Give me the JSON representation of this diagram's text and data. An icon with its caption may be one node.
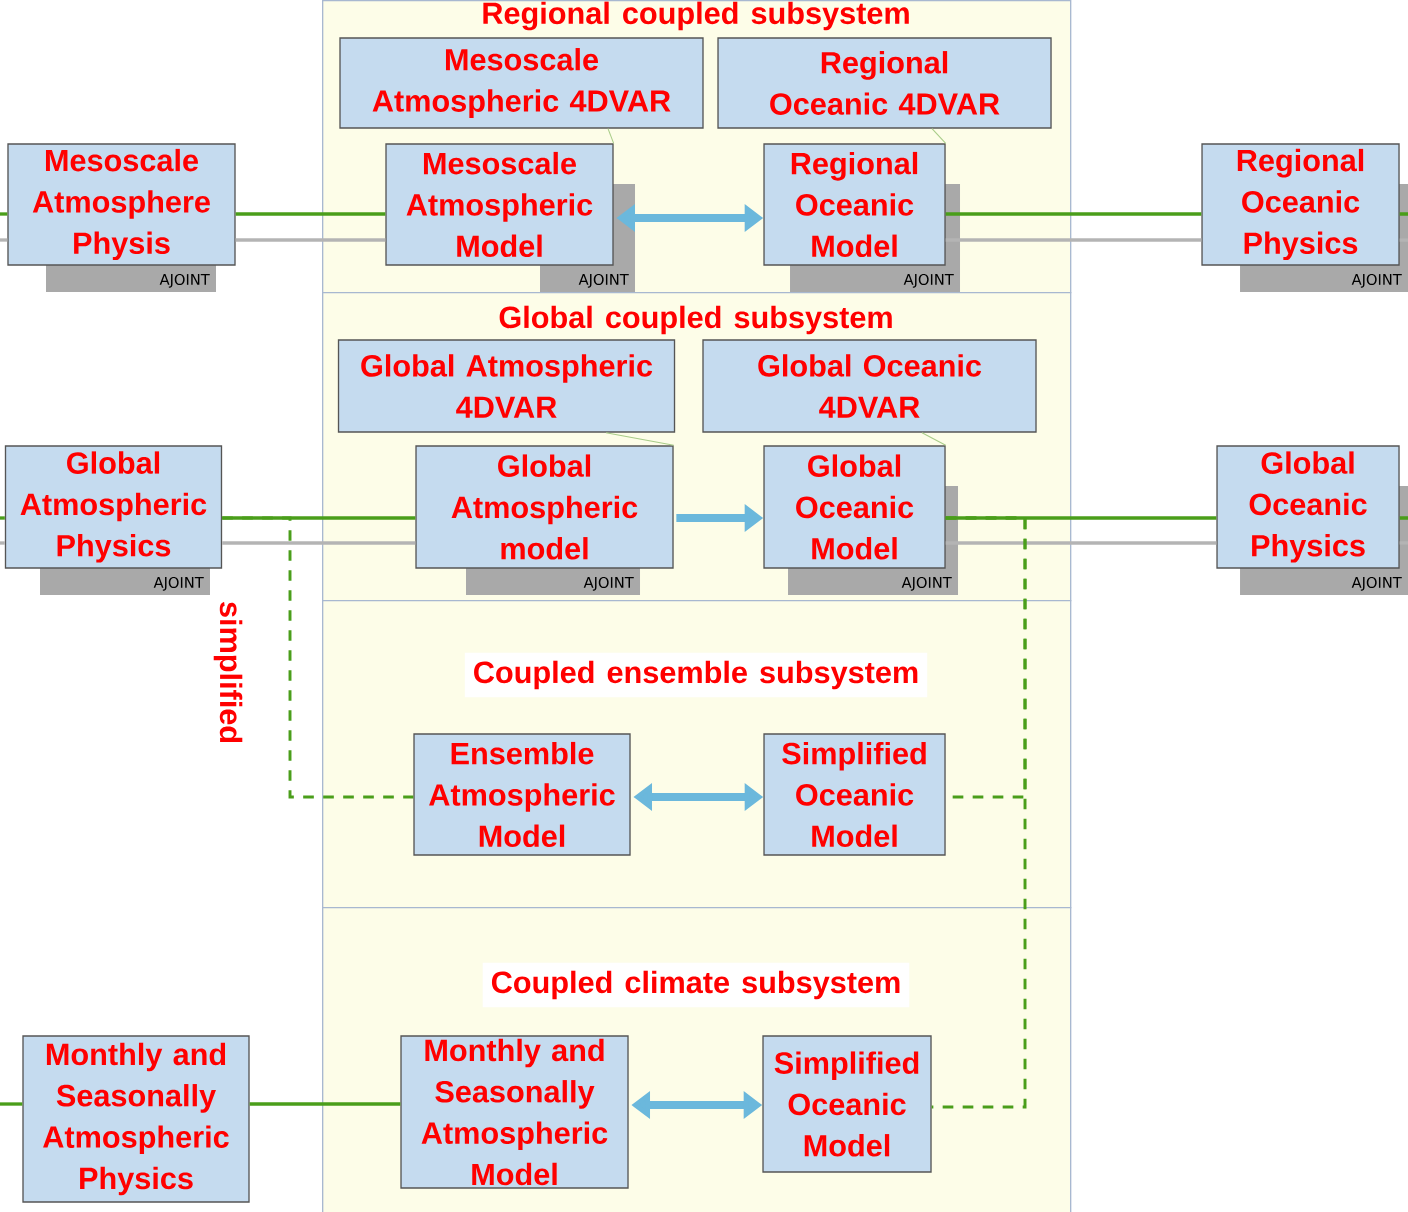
{
  "diagram": {
    "nodes": [
      {
        "text": [
          "Regional coupled subsystem"
        ]
      },
      {
        "text": [
          "Mesoscale Atmospheric 4DVAR"
        ],
        "in": 0
      },
      {
        "text": [
          "Regional Oceanic 4DVAR"
        ],
        "in": 0
      },
      {
        "text": [
          "Mesoscale Atmospheric Model"
        ],
        "in": 0,
        "beside": [
          "AJOINT"
        ]
      },
      {
        "text": [
          "Regional Oceanic Model"
        ],
        "in": 0,
        "beside": [
          "AJOINT"
        ]
      },
      {
        "text": [
          "Mesoscale Atmosphere Physis"
        ],
        "beside": [
          "AJOINT"
        ]
      },
      {
        "text": [
          "Regional Oceanic Physics"
        ],
        "beside": [
          "AJOINT"
        ]
      },
      {
        "text": [
          "Global coupled subsystem"
        ]
      },
      {
        "text": [
          "Global Atmospheric 4DVAR"
        ],
        "in": 7
      },
      {
        "text": [
          "Global Oceanic 4DVAR"
        ],
        "in": 7
      },
      {
        "text": [
          "Global Atmospheric model"
        ],
        "in": 7,
        "beside": [
          "AJOINT"
        ]
      },
      {
        "text": [
          "Global Oceanic Model"
        ],
        "in": 7,
        "beside": [
          "AJOINT"
        ]
      },
      {
        "text": [
          "Global Atmospheric Physics"
        ],
        "beside": [
          "AJOINT"
        ]
      },
      {
        "text": [
          "Global Oceanic Physics"
        ],
        "beside": [
          "AJOINT"
        ]
      },
      {
        "text": [
          "Coupled ensemble subsystem"
        ]
      },
      {
        "text": [
          "Ensemble Atmospheric Model"
        ],
        "in": 14
      },
      {
        "text": [
          "Simplified Oceanic Model"
        ],
        "in": 14
      },
      {
        "text": [
          "Coupled climate subsystem"
        ]
      },
      {
        "text": [
          "Monthly and Seasonally Atmospheric Model"
        ],
        "in": 17
      },
      {
        "text": [
          "Simplified Oceanic Model"
        ],
        "in": 17
      },
      {
        "text": [
          "Monthly and Seasonally Atmospheric Physics"
        ]
      }
    ],
    "edges": [
      {
        "from": 3,
        "to": 4,
        "arrow": "both",
        "style": "thick",
        "color": "#6bb8dc"
      },
      {
        "from": 5,
        "to": 3,
        "arrow": "none",
        "color": "#4a9e1a"
      },
      {
        "from": 5,
        "to": 3,
        "arrow": "none",
        "color": "#b4b4b4"
      },
      {
        "from": null,
        "to": 5,
        "arrow": "none",
        "color": "#4a9e1a"
      },
      {
        "from": null,
        "to": 5,
        "arrow": "none",
        "color": "#b4b4b4"
      },
      {
        "from": 4,
        "to": 6,
        "arrow": "none",
        "color": "#4a9e1a"
      },
      {
        "from": 4,
        "to": 6,
        "arrow": "none",
        "color": "#b4b4b4"
      },
      {
        "from": 6,
        "to": null,
        "arrow": "none",
        "color": "#4a9e1a"
      },
      {
        "from": 6,
        "to": null,
        "arrow": "none",
        "color": "#b4b4b4"
      },
      {
        "from": 1,
        "to": 3,
        "arrow": "none",
        "color": "#a8cc88"
      },
      {
        "from": 2,
        "to": 4,
        "arrow": "none",
        "color": "#a8cc88"
      },
      {
        "from": 10,
        "to": 11,
        "arrow": "to",
        "style": "thick",
        "color": "#6bb8dc"
      },
      {
        "from": 12,
        "to": 10,
        "arrow": "none",
        "color": "#4a9e1a"
      },
      {
        "from": 12,
        "to": 10,
        "arrow": "none",
        "color": "#b4b4b4"
      },
      {
        "from": null,
        "to": 12,
        "arrow": "none",
        "color": "#4a9e1a"
      },
      {
        "from": null,
        "to": 12,
        "arrow": "none",
        "color": "#b4b4b4"
      },
      {
        "from": 11,
        "to": 13,
        "arrow": "none",
        "color": "#4a9e1a"
      },
      {
        "from": 11,
        "to": 13,
        "arrow": "none",
        "color": "#b4b4b4"
      },
      {
        "from": 13,
        "to": null,
        "arrow": "none",
        "color": "#4a9e1a"
      },
      {
        "from": 13,
        "to": null,
        "arrow": "none",
        "color": "#b4b4b4"
      },
      {
        "from": 8,
        "to": 10,
        "arrow": "none",
        "color": "#a8cc88"
      },
      {
        "from": 9,
        "to": 11,
        "arrow": "none",
        "color": "#a8cc88"
      },
      {
        "from": 12,
        "to": 15,
        "arrow": "none",
        "style": "dashed",
        "color": "#4a9e1a",
        "label": "simplified"
      },
      {
        "from": 11,
        "to": 16,
        "arrow": "none",
        "style": "dashed",
        "color": "#4a9e1a"
      },
      {
        "from": 11,
        "to": 19,
        "arrow": "none",
        "style": "dashed",
        "color": "#4a9e1a"
      },
      {
        "from": 15,
        "to": 16,
        "arrow": "both",
        "style": "thick",
        "color": "#6bb8dc"
      },
      {
        "from": 18,
        "to": 19,
        "arrow": "both",
        "style": "thick",
        "color": "#6bb8dc"
      },
      {
        "from": 20,
        "to": 18,
        "arrow": "none",
        "color": "#4a9e1a"
      },
      {
        "from": null,
        "to": 20,
        "arrow": "none",
        "color": "#4a9e1a"
      }
    ]
  }
}
